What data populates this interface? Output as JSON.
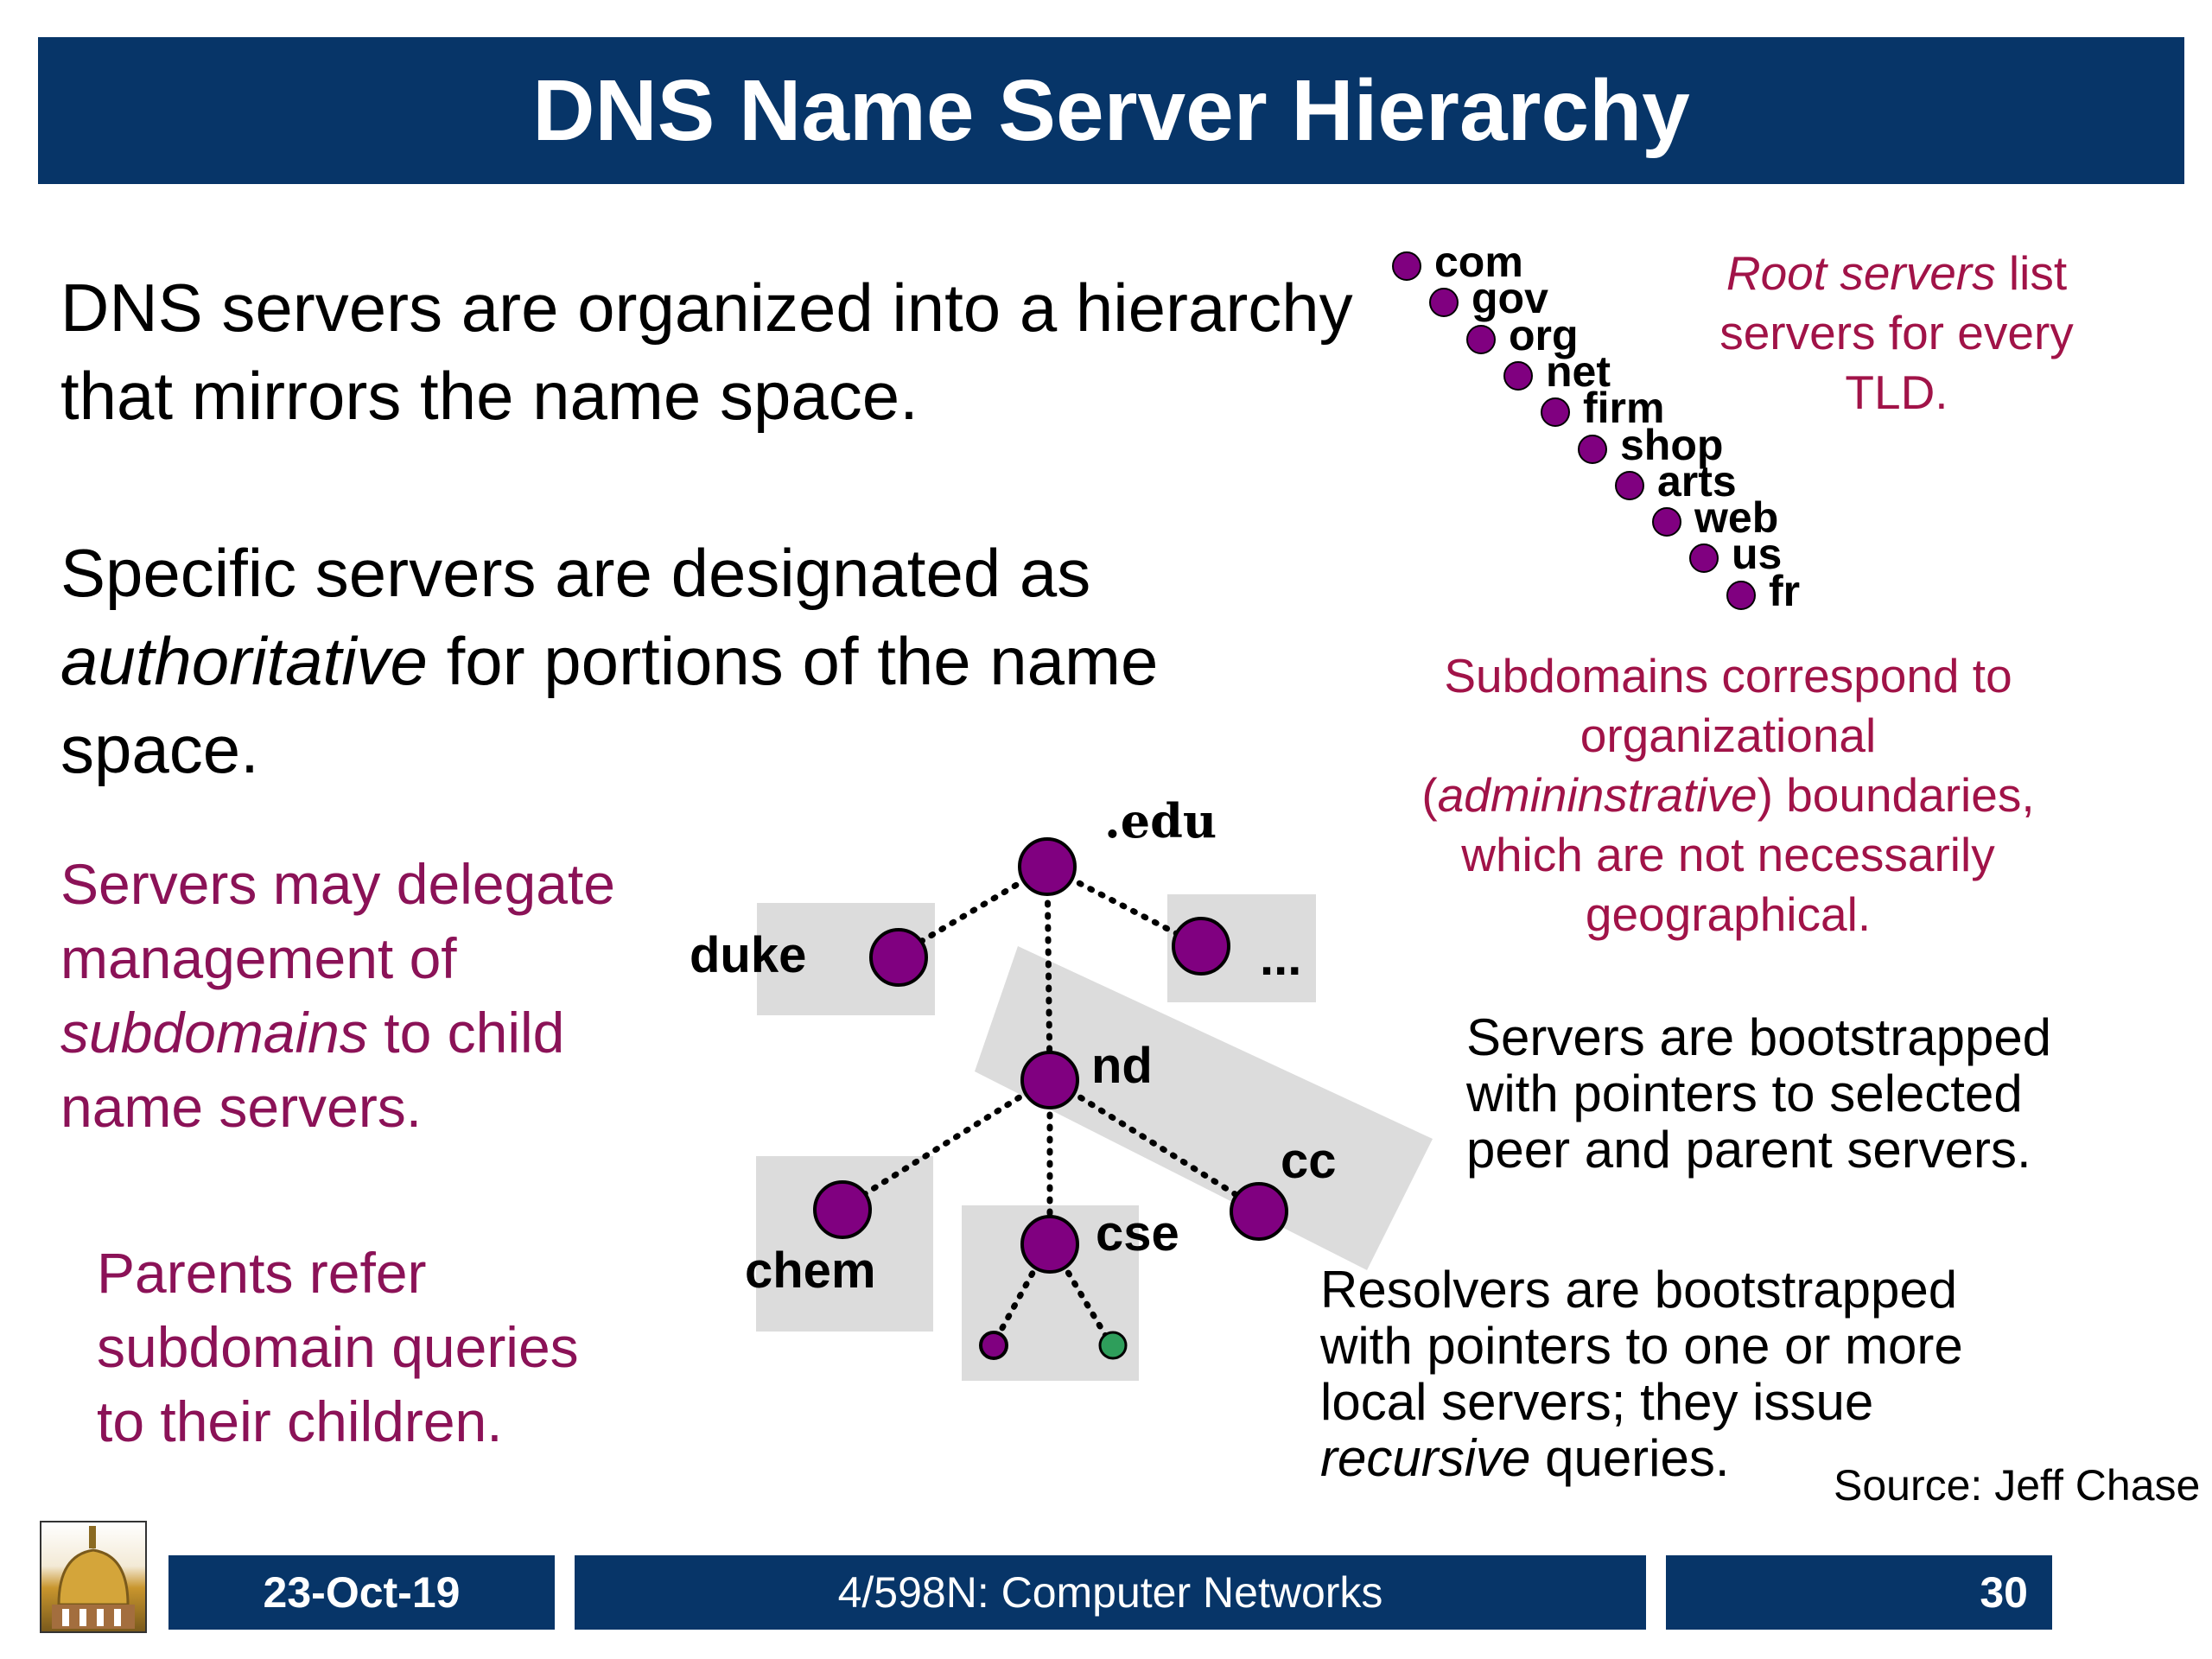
{
  "title": "DNS Name Server Hierarchy",
  "para1": "DNS servers are organized into a hierarchy that mirrors the name space.",
  "para2": {
    "line1": "Specific servers are designated as",
    "italic": "authoritative",
    "rest": " for portions of the name",
    "line3": "space."
  },
  "delegate": {
    "l1": "Servers may delegate",
    "l2": "management of",
    "italic": "subdomains",
    "l3rest": " to child",
    "l4": "name servers."
  },
  "parents": {
    "l1": "Parents refer",
    "l2": "subdomain queries",
    "l3": "to their children."
  },
  "tlds": [
    "com",
    "gov",
    "org",
    "net",
    "firm",
    "shop",
    "arts",
    "web",
    "us",
    "fr"
  ],
  "root_note": {
    "italic": "Root servers",
    "rest1": " list",
    "l2": "servers for every",
    "l3": "TLD."
  },
  "subdomains_note": {
    "l1": "Subdomains correspond to",
    "l2": "organizational",
    "open": "(",
    "italic": "admininstrative",
    "close": ") boundaries,",
    "l4": "which are not necessarily",
    "l5": "geographical."
  },
  "bootstrap_note": {
    "l1": "Servers are bootstrapped",
    "l2": "with pointers to selected",
    "l3": "peer and parent servers."
  },
  "resolvers_note": {
    "l1": "Resolvers are bootstrapped",
    "l2": "with pointers to one or more",
    "l3": "local servers; they issue",
    "italic": "recursive",
    "rest": " queries."
  },
  "source": "Source: Jeff Chase",
  "tree": {
    "edu": ".edu",
    "duke": "duke",
    "ellipsis": "...",
    "nd": "nd",
    "cc": "cc",
    "chem": "chem",
    "cse": "cse"
  },
  "footer": {
    "date": "23-Oct-19",
    "course": "4/598N: Computer Networks",
    "page": "30"
  },
  "colors": {
    "navy": "#073568",
    "node_purple": "#800080",
    "node_green": "#2e9e5b",
    "maroon_text": "#8b1257",
    "shade": "#dcdcdc"
  }
}
